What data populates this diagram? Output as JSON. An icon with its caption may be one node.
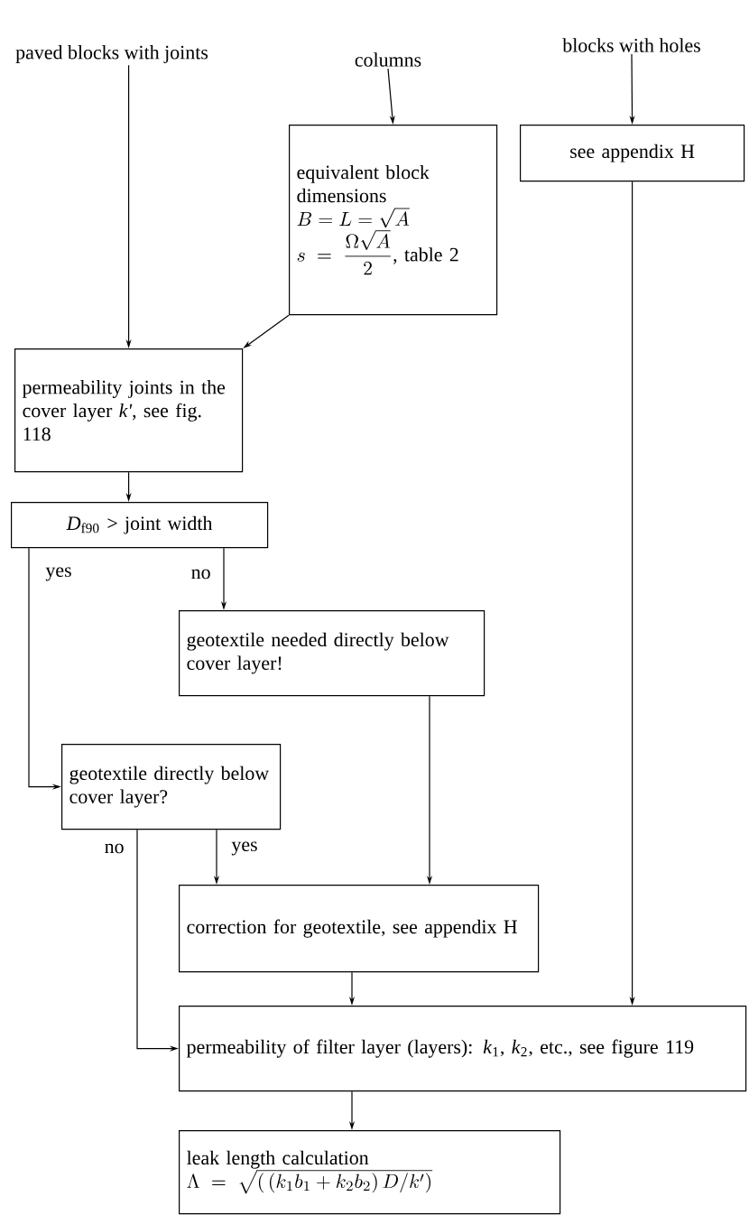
{
  "diagram": {
    "nodes": [
      {
        "text": [
          "paved blocks with joints"
        ]
      },
      {
        "text": [
          "columns"
        ]
      },
      {
        "text": [
          "blocks with holes"
        ]
      },
      {
        "text": [
          "equivalent block dimensions",
          "B = L = \\sqrt{A}",
          "s \\;=\\; \\frac{\\Omega\\sqrt{A}}{2}\\text{, table 2}"
        ]
      },
      {
        "text": [
          "see appendix H"
        ]
      },
      {
        "text": [
          "permeability joints in the cover layer *k'*, see fig. 118"
        ]
      },
      {
        "text": [
          "*D*$_{f90}$ > joint width"
        ]
      },
      {
        "text": [
          "geotextile needed directly below cover layer!"
        ]
      },
      {
        "text": [
          "geotextile directly below cover layer?"
        ]
      },
      {
        "text": [
          "correction for geotextile, see appendix H"
        ]
      },
      {
        "text": [
          "permeability of filter layer (layers): *k*$_{1}$, *k*$_{2}$, etc., see figure 119"
        ]
      },
      {
        "text": [
          "leak length calculation",
          "\\Lambda \\;=\\; \\sqrt{(\\,(k_1 b_1 + k_2 b_2)\\, D / k')}"
        ]
      }
    ],
    "edges": [
      {
        "from": 0,
        "to": 5,
        "arrow": "to"
      },
      {
        "from": 1,
        "to": 3,
        "arrow": "to"
      },
      {
        "from": 2,
        "to": 4,
        "arrow": "to"
      },
      {
        "from": 3,
        "to": 5,
        "arrow": "to"
      },
      {
        "from": 5,
        "to": 6,
        "arrow": "to"
      },
      {
        "from": 6,
        "to": 8,
        "arrow": "to",
        "label": "yes"
      },
      {
        "from": 6,
        "to": 7,
        "arrow": "to",
        "label": "no"
      },
      {
        "from": 8,
        "to": 9,
        "arrow": "to",
        "label": "yes"
      },
      {
        "from": 8,
        "to": 10,
        "arrow": "to",
        "label": "no"
      },
      {
        "from": 7,
        "to": 9,
        "arrow": "to"
      },
      {
        "from": 4,
        "to": 10,
        "arrow": "to"
      },
      {
        "from": 9,
        "to": 10,
        "arrow": "to"
      },
      {
        "from": 10,
        "to": 11,
        "arrow": "to"
      }
    ]
  }
}
